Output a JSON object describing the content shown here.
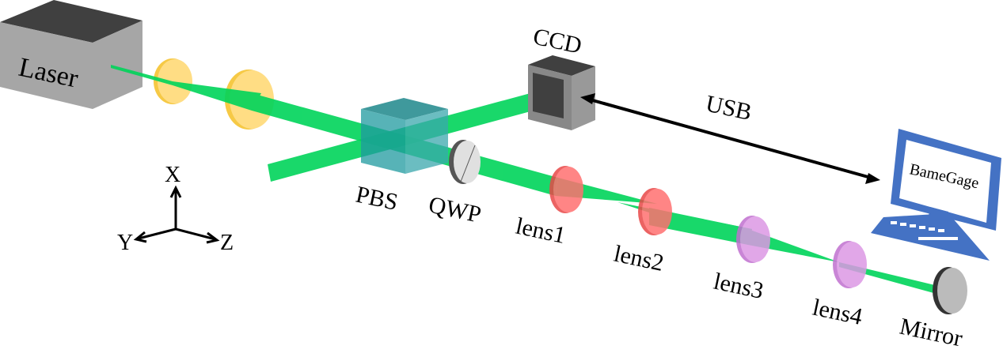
{
  "diagram": {
    "title": "Optical setup",
    "components": {
      "laser": "Laser",
      "ccd": "CCD",
      "usb": "USB",
      "computer": "BameGage",
      "pbs": "PBS",
      "qwp": "QWP",
      "lens1": "lens1",
      "lens2": "lens2",
      "lens3": "lens3",
      "lens4": "lens4",
      "mirror": "Mirror"
    },
    "axes": {
      "x": "X",
      "y": "Y",
      "z": "Z"
    },
    "colors": {
      "beam": "#00d45a",
      "collimator_lens": "#ffd466",
      "lens_red": "#ff6b6b",
      "lens_purple": "#d78be0",
      "pbs": "#1f9aa0",
      "computer": "#4472c4",
      "device_gray": "#a6a6a6"
    }
  }
}
